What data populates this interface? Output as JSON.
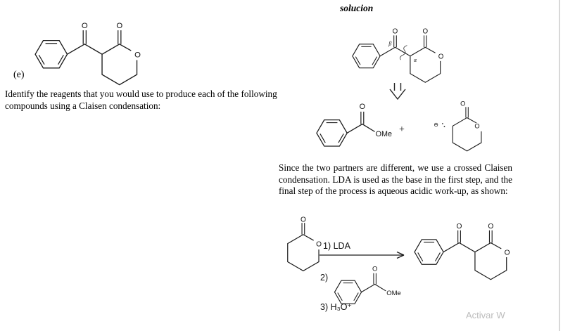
{
  "labels": {
    "O": "O",
    "OMe": "OMe",
    "alpha": "α",
    "beta": "β",
    "plus": "+",
    "minus_charge": "⊖"
  },
  "problem": {
    "item_label": "(e)",
    "text": "Identify the reagents that you would use to produce each of the following compounds using a Claisen condensation:"
  },
  "solution": {
    "heading": "solucion",
    "paragraph": "Since the two partners are different, we use a crossed Claisen condensation.  LDA is used as the base in the first step, and the final step of the process is aqueous acidic work-up, as shown:",
    "step1": "1) LDA",
    "step2": "2)",
    "step3": "3) H₃O⁺"
  },
  "watermark": "Activar W"
}
